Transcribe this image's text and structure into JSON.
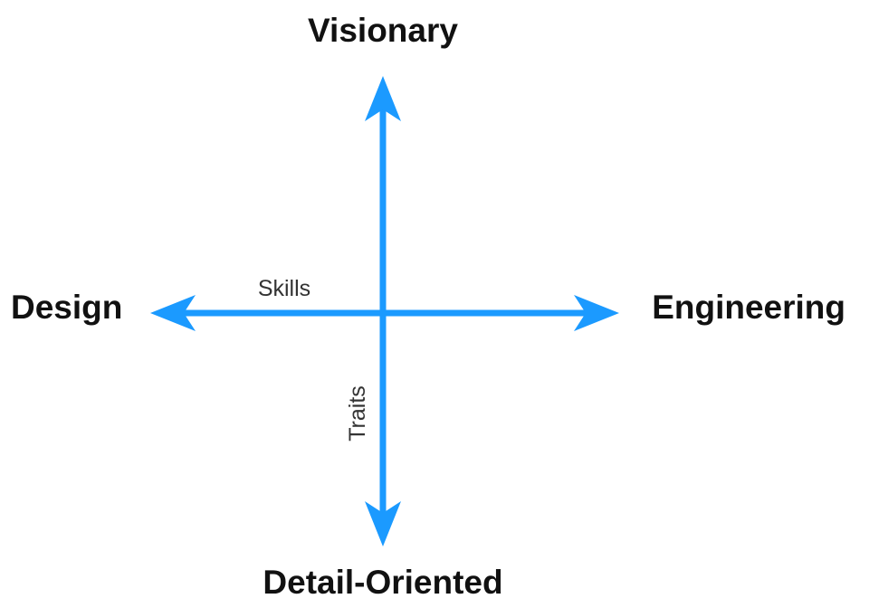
{
  "diagram": {
    "axes": {
      "horizontal": {
        "label": "Skills",
        "left_pole": "Design",
        "right_pole": "Engineering"
      },
      "vertical": {
        "label": "Traits",
        "top_pole": "Visionary",
        "bottom_pole": "Detail-Oriented"
      }
    },
    "colors": {
      "axis": "#1b9aff",
      "pole_text": "#111111",
      "axis_text": "#333333"
    }
  }
}
